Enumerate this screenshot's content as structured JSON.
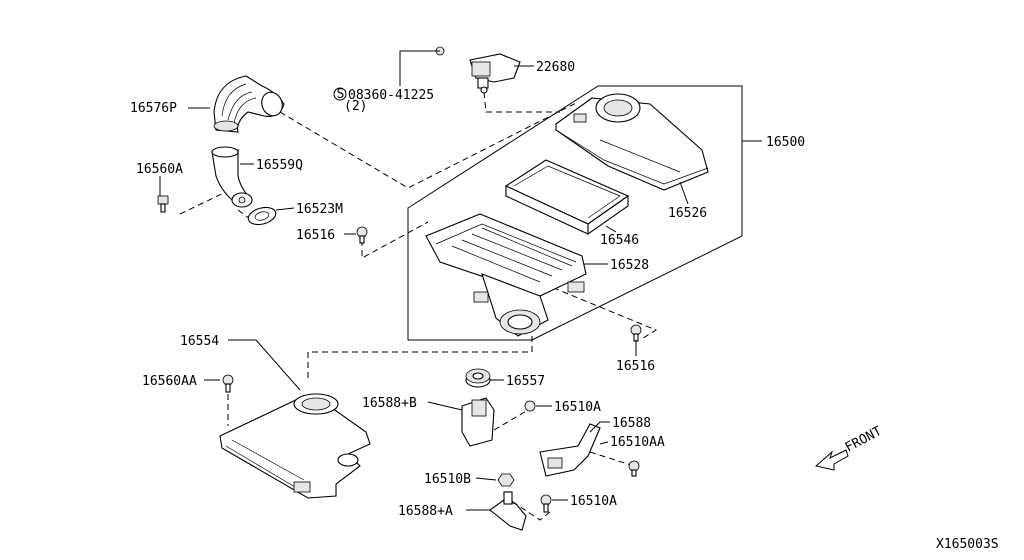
{
  "diagram": {
    "code": "X165003S",
    "direction_label": "FRONT",
    "callouts": {
      "p22680": "22680",
      "p08360": "08360-41225",
      "p08360_qty": "(2)",
      "p16576P": "16576P",
      "p16500": "16500",
      "p16559Q": "16559Q",
      "p16560A": "16560A",
      "p16523M": "16523M",
      "p16526": "16526",
      "p16516a": "16516",
      "p16546": "16546",
      "p16528": "16528",
      "p16516b": "16516",
      "p16554": "16554",
      "p16557": "16557",
      "p16560AA": "16560AA",
      "p16588B": "16588+B",
      "p16510A_1": "16510A",
      "p16588": "16588",
      "p16510AA": "16510AA",
      "p16510B": "16510B",
      "p16588A": "16588+A",
      "p16510A_2": "16510A"
    }
  }
}
